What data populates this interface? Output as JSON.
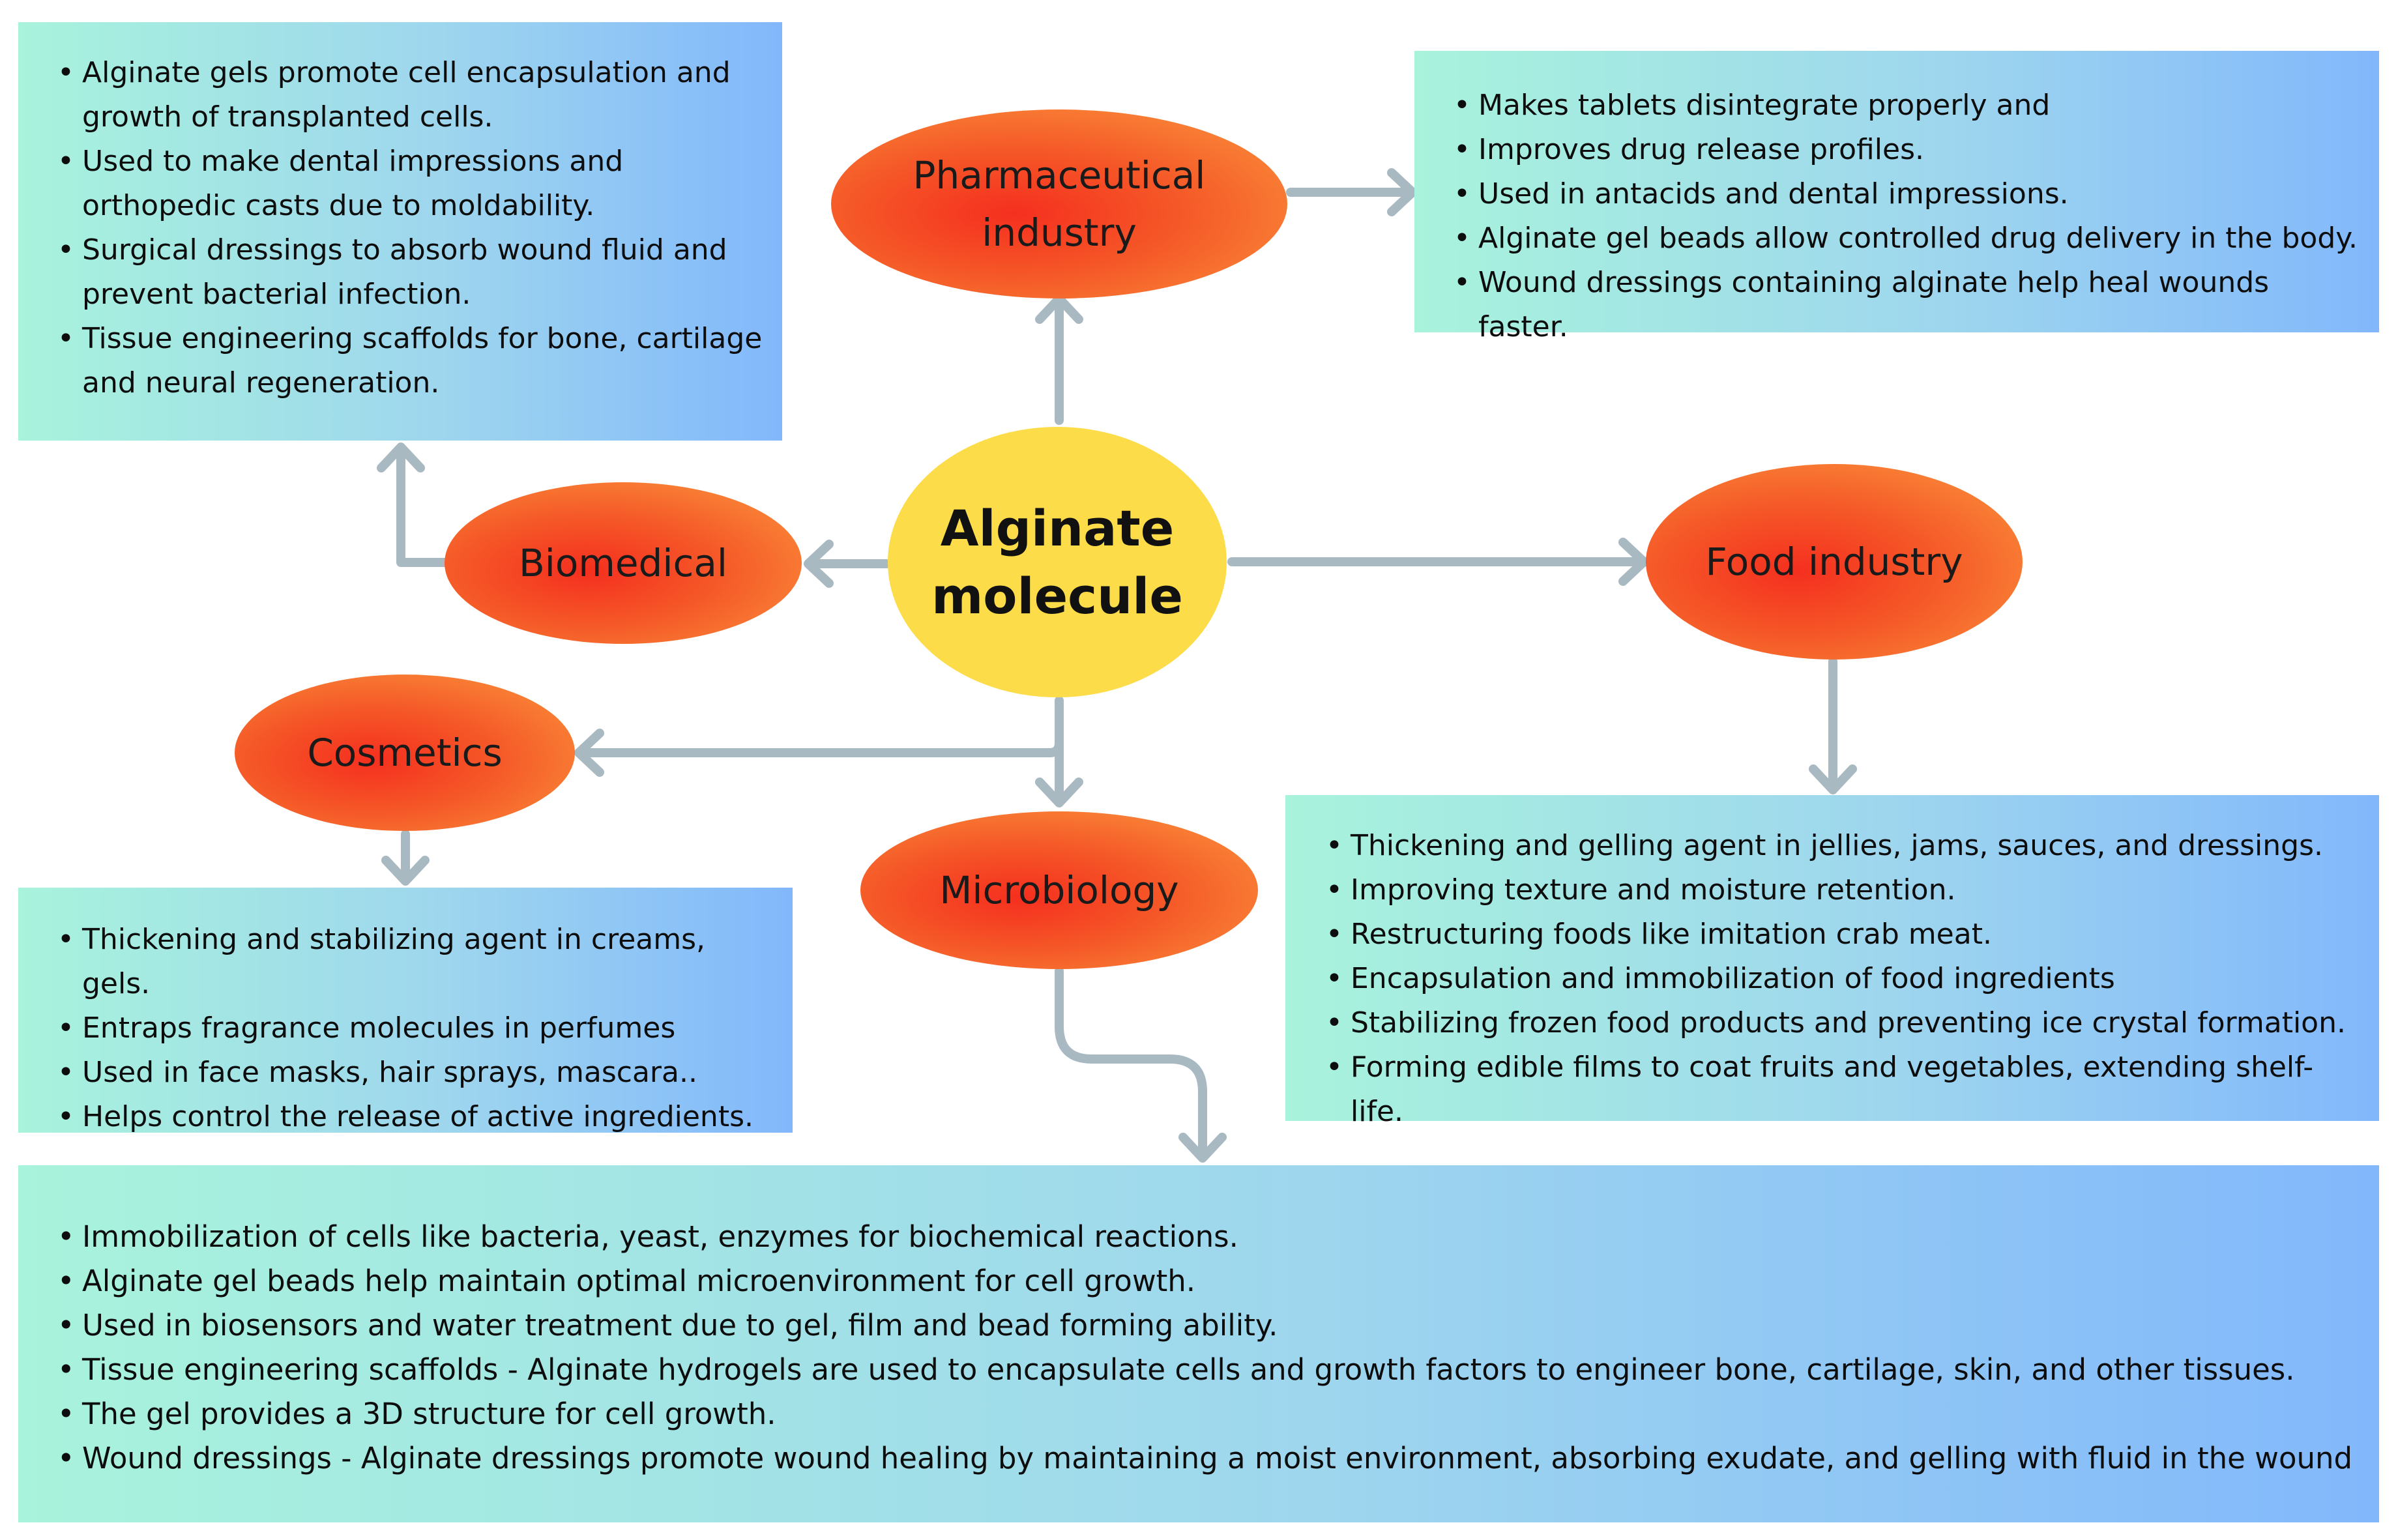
{
  "center": {
    "line1": "Alginate",
    "line2": "molecule"
  },
  "nodes": {
    "pharmaceutical": {
      "line1": "Pharmaceutical",
      "line2": "industry"
    },
    "biomedical": {
      "label": "Biomedical"
    },
    "food": {
      "label": "Food industry"
    },
    "cosmetics": {
      "label": "Cosmetics"
    },
    "microbiology": {
      "label": "Microbiology"
    }
  },
  "boxes": {
    "biomedical": [
      "Alginate gels promote cell encapsulation and growth of transplanted cells.",
      "Used to make dental impressions and orthopedic casts due to moldability.",
      "Surgical dressings to absorb wound fluid and prevent bacterial infection.",
      "Tissue engineering scaffolds for bone, cartilage and neural regeneration."
    ],
    "pharmaceutical": [
      "Makes tablets disintegrate properly and",
      "Improves drug release profiles.",
      "Used in antacids and dental impressions.",
      "Alginate gel beads allow controlled drug delivery in the body.",
      "Wound dressings containing alginate help heal wounds faster."
    ],
    "food": [
      "Thickening and gelling agent in jellies, jams, sauces, and dressings.",
      "Improving texture and moisture retention.",
      "Restructuring foods like imitation crab meat.",
      "Encapsulation and immobilization of food ingredients",
      "Stabilizing frozen food products and preventing ice crystal formation.",
      "Forming edible films to coat fruits and vegetables, extending shelf-life."
    ],
    "cosmetics": [
      "Thickening and stabilizing agent in creams, gels.",
      "Entraps fragrance molecules in perfumes",
      "Used in face masks, hair sprays, mascara..",
      "Helps control the release of active ingredients."
    ],
    "microbiology": [
      "Immobilization of cells like bacteria, yeast, enzymes for biochemical reactions.",
      "Alginate gel beads help maintain optimal microenvironment for cell growth.",
      "Used in biosensors and water treatment due to gel, film and bead forming ability.",
      "Tissue engineering scaffolds - Alginate hydrogels are used to encapsulate cells and growth factors to engineer bone, cartilage, skin, and other tissues.",
      "The gel provides a 3D structure for cell growth.",
      "Wound dressings - Alginate dressings promote wound healing by maintaining a moist environment, absorbing exudate, and gelling with fluid in the wound"
    ]
  },
  "colors": {
    "arrow": "#a9b9c2",
    "center_fill": "#fddc4a",
    "node_red": "#f52f1f",
    "node_orange": "#fb9a3e",
    "box_green": "#a8f3dc",
    "box_blue": "#82b8fb"
  }
}
